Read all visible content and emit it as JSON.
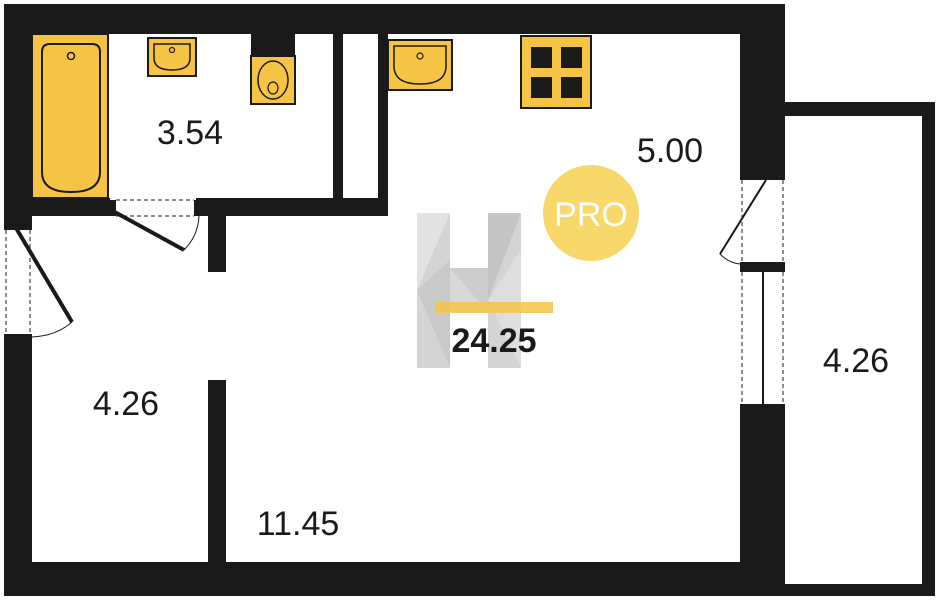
{
  "colors": {
    "wall": "#1a1a1a",
    "fixture": "#f6c445",
    "watermark": "#c8c8c8",
    "watermark_bar": "#f6c445",
    "pro_badge": "#f8d86a",
    "pro_text": "#ffffff",
    "background": "#ffffff"
  },
  "rooms": {
    "bathroom_area": "3.54",
    "kitchen_area": "5.00",
    "hallway_area": "4.26",
    "living_area": "11.45",
    "balcony_area": "4.26"
  },
  "total_area": "24.25",
  "badge": {
    "text": "PRO"
  },
  "fixtures": [
    "bathtub-icon",
    "sink-icon",
    "toilet-icon",
    "kitchen-sink-icon",
    "stove-icon"
  ]
}
